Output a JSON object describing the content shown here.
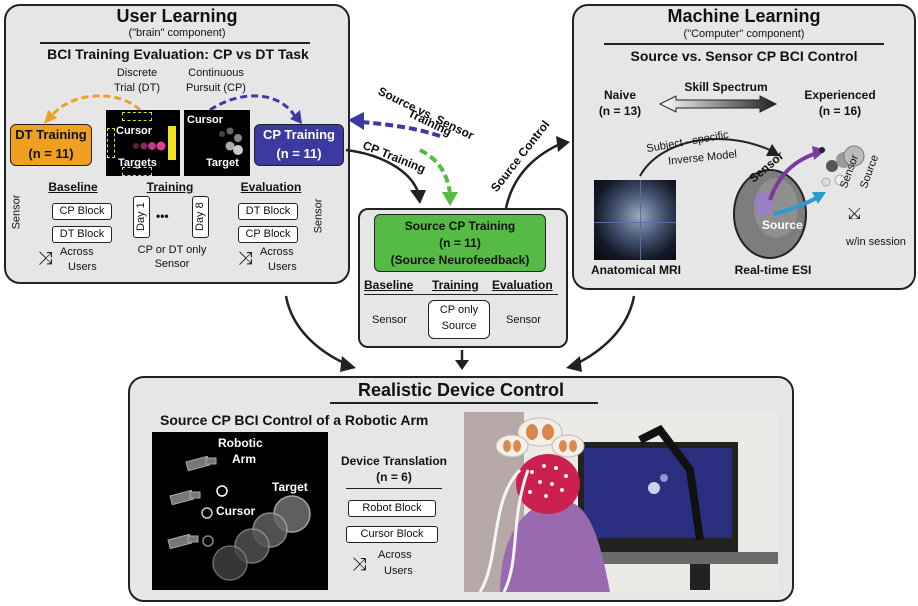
{
  "user_learning": {
    "title": "User Learning",
    "subtitle": "(\"brain\" component)",
    "eval_title": "BCI Training Evaluation: CP vs DT Task",
    "dt_caption": "Discrete Trial (DT)",
    "cp_caption": "Continuous Pursuit (CP)",
    "dt_cursor": "Cursor",
    "dt_targets": "Targets",
    "cp_cursor": "Cursor",
    "cp_target": "Target",
    "dt_training": "DT Training",
    "dt_n": "(n = 11)",
    "cp_training": "CP Training",
    "cp_n": "(n = 11)",
    "baseline": "Baseline",
    "training": "Training",
    "evaluation": "Evaluation",
    "sensor_left": "Sensor",
    "sensor_right": "Sensor",
    "baseline_block1": "CP Block",
    "baseline_block2": "DT Block",
    "day1": "Day 1",
    "day8": "Day 8",
    "ellipsis": "•••",
    "training_note": "CP or DT only",
    "training_note2": "Sensor",
    "eval_block1": "DT Block",
    "eval_block2": "CP Block",
    "across": "Across",
    "users": "Users"
  },
  "machine_learning": {
    "title": "Machine Learning",
    "subtitle": "(\"Computer\" component)",
    "control_title": "Source vs. Sensor CP BCI Control",
    "naive": "Naive",
    "naive_n": "(n = 13)",
    "experienced": "Experienced",
    "experienced_n": "(n = 16)",
    "skill_spectrum": "Skill Spectrum",
    "subject_specific": "Subject - specific",
    "inverse_model": "Inverse Model",
    "sensor": "Sensor",
    "source": "Source",
    "anatomical_mri": "Anatomical MRI",
    "realtime_esi": "Real-time ESI",
    "sensor_small": "Sensor",
    "source_small": "Source",
    "within_session": "w/in session"
  },
  "center": {
    "source_vs_sensor": "Source vs. Sensor",
    "training_label": "Training",
    "cp_training": "CP Training",
    "source_control": "Source Control",
    "box_title": "Source CP Training",
    "box_n": "(n = 11)",
    "box_sub": "(Source Neurofeedback)",
    "baseline": "Baseline",
    "training": "Training",
    "evaluation": "Evaluation",
    "sensor1": "Sensor",
    "cp_only": "CP only",
    "source": "Source",
    "sensor2": "Sensor"
  },
  "device": {
    "title": "Realistic Device Control",
    "subtitle": "Source CP BCI Control of a Robotic Arm",
    "robotic": "Robotic",
    "arm": "Arm",
    "target": "Target",
    "cursor": "Cursor",
    "translation": "Device Translation",
    "translation_n": "(n = 6)",
    "robot_block": "Robot Block",
    "cursor_block": "Cursor Block",
    "across": "Across",
    "users": "Users"
  },
  "colors": {
    "dt_orange": "#f0a020",
    "cp_blue": "#3a3aa0",
    "source_green": "#55bb44",
    "panel_gray": "#e6e6e6",
    "purple": "#7a3aa0",
    "cyan": "#2a9ad0"
  }
}
